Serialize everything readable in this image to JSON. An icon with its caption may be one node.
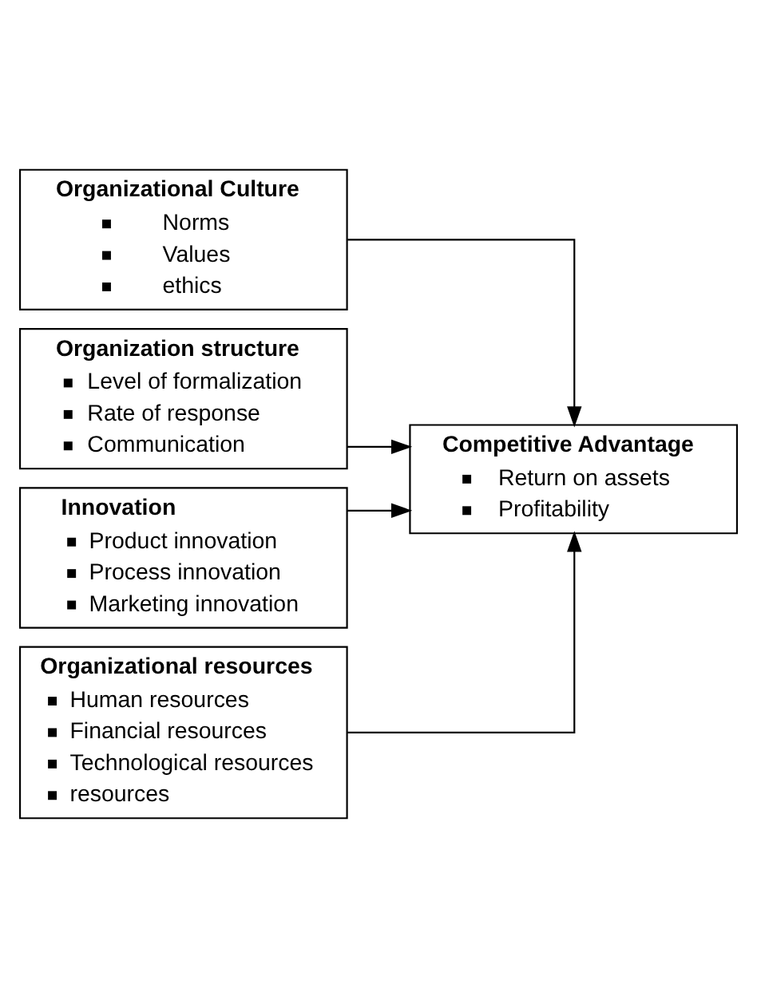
{
  "diagram": {
    "nodes": [
      {
        "text": [
          "Organizational Culture",
          "Norms",
          "Values",
          "ethics"
        ]
      },
      {
        "text": [
          "Organization structure",
          "Level of formalization",
          "Rate of response",
          "Communication"
        ]
      },
      {
        "text": [
          "Innovation",
          "Product innovation",
          "Process innovation",
          "Marketing innovation"
        ]
      },
      {
        "text": [
          "Organizational resources",
          "Human resources",
          "Financial resources",
          "Technological resources",
          "resources"
        ]
      },
      {
        "text": [
          "Competitive Advantage",
          "Return on assets",
          "Profitability"
        ]
      }
    ],
    "edges": [
      {
        "from": 0,
        "to": 4,
        "arrow": "to"
      },
      {
        "from": 1,
        "to": 4,
        "arrow": "to"
      },
      {
        "from": 2,
        "to": 4,
        "arrow": "to"
      },
      {
        "from": 3,
        "to": 4,
        "arrow": "to"
      }
    ]
  }
}
